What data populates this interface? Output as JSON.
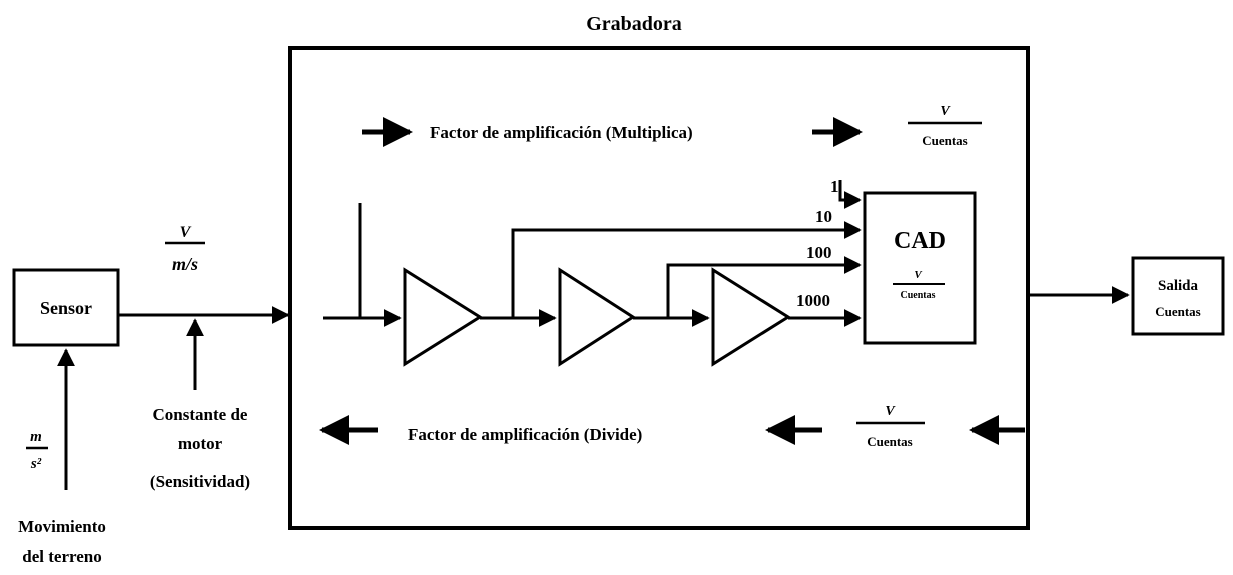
{
  "diagram": {
    "title": "Grabadora",
    "sensor_label": "Sensor",
    "output": {
      "line1": "Salida",
      "line2": "Cuentas"
    },
    "input_unit": {
      "num": "m",
      "den": "s²"
    },
    "input_caption": {
      "line1": "Movimiento",
      "line2": "del terreno"
    },
    "sensor_unit": {
      "num": "V",
      "den": "m/s"
    },
    "constant_caption": {
      "line1": "Constante de",
      "line2": "motor",
      "line3": "(Sensitividad)"
    },
    "top_caption": "Factor de amplificación (Multiplica)",
    "top_unit": {
      "num": "V",
      "den": "Cuentas"
    },
    "bottom_caption": "Factor de amplificación (Divide)",
    "bottom_unit": {
      "num": "V",
      "den": "Cuentas"
    },
    "adc": {
      "label": "CAD",
      "num": "V",
      "den": "Cuentas"
    },
    "gains": [
      "1",
      "10",
      "100",
      "1000"
    ]
  }
}
